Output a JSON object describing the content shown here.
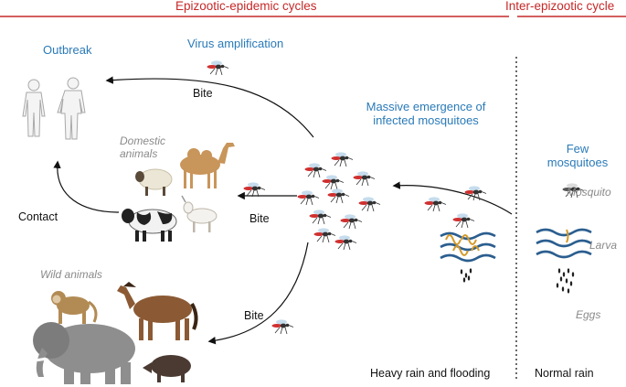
{
  "header": {
    "epizootic_epidemic": "Epizootic-epidemic cycles",
    "inter_epizootic": "Inter-epizootic cycle"
  },
  "labels": {
    "outbreak": "Outbreak",
    "virus_amplification": "Virus amplification",
    "massive_emergence_line1": "Massive emergence of",
    "massive_emergence_line2": "infected mosquitoes",
    "few_mosquitoes_line1": "Few",
    "few_mosquitoes_line2": "mosquitoes",
    "domestic_animals_line1": "Domestic",
    "domestic_animals_line2": "animals",
    "wild_animals": "Wild animals",
    "contact": "Contact",
    "bite_top": "Bite",
    "bite_middle": "Bite",
    "bite_bottom": "Bite",
    "mosquito": "Mosquito",
    "larva": "Larva",
    "eggs": "Eggs",
    "heavy_rain": "Heavy rain and flooding",
    "normal_rain": "Normal rain"
  },
  "colors": {
    "header_red": "#c62828",
    "label_blue": "#2a7ab8",
    "water_blue": "#2b5e8f",
    "infected_red": "#d03030",
    "larva_orange": "#d49a2a",
    "gray_text": "#8a8a8a"
  },
  "icons": {
    "humans": "human-outline-icon",
    "camel": "camel-icon",
    "sheep": "sheep-icon",
    "cow": "cow-icon",
    "goat": "goat-icon",
    "monkey": "monkey-icon",
    "elephant": "elephant-icon",
    "horse": "horse-icon",
    "boar": "boar-icon",
    "mosquito": "mosquito-icon",
    "water": "water-wave-icon",
    "larva": "larva-icon",
    "eggs": "egg-icon"
  }
}
